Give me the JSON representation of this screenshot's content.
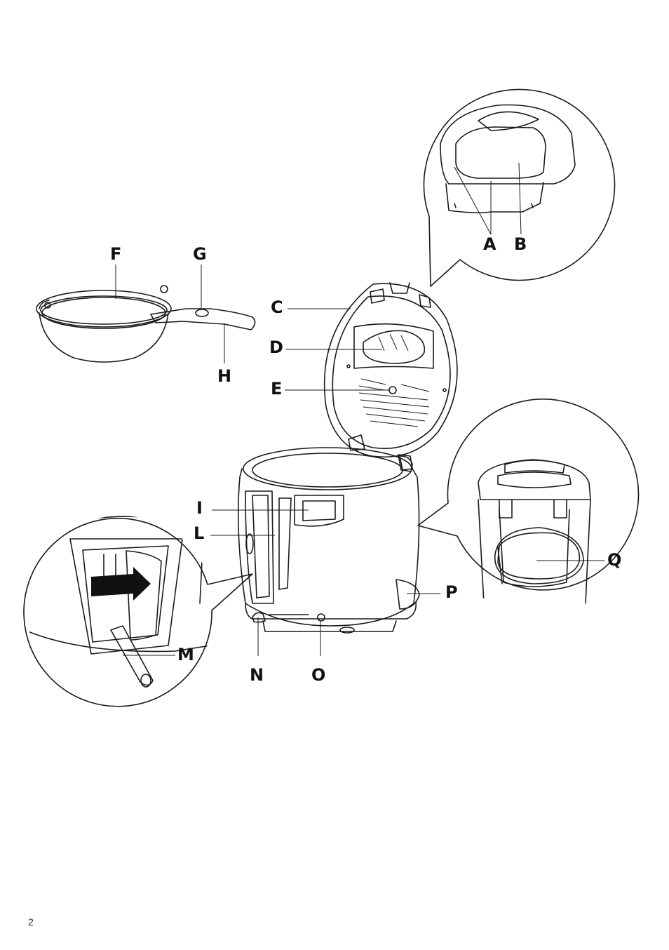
{
  "labels": {
    "A": "A",
    "B": "B",
    "C": "C",
    "D": "D",
    "E": "E",
    "F": "F",
    "G": "G",
    "H": "H",
    "I": "I",
    "L": "L",
    "M": "M",
    "N": "N",
    "O": "O",
    "P": "P",
    "Q": "Q"
  },
  "page_number": "2"
}
